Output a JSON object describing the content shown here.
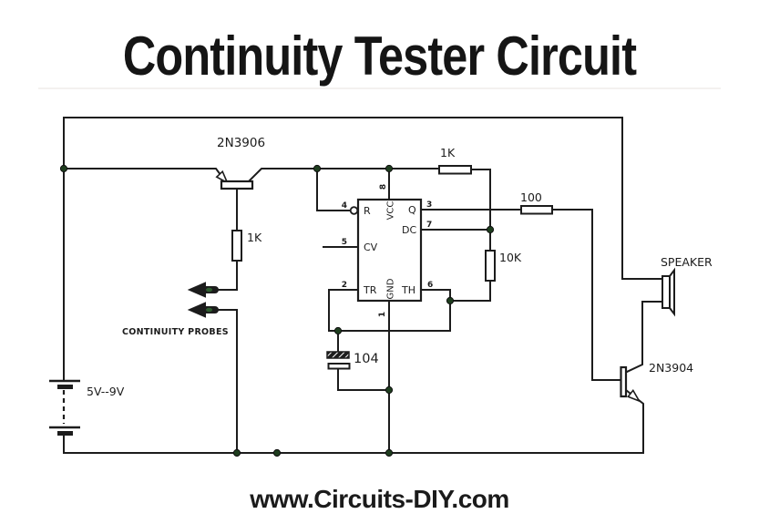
{
  "title": "Continuity Tester Circuit",
  "footer": "www.Circuits-DIY.com",
  "labels": {
    "pnp_transistor": "2N3906",
    "npn_transistor": "2N3904",
    "base_resistor": "1K",
    "vcc_resistor": "1K",
    "output_resistor": "100",
    "threshold_resistor": "10K",
    "capacitor": "104",
    "battery": "5V--9V",
    "probes": "CONTINUITY PROBES",
    "speaker": "SPEAKER"
  },
  "ic555": {
    "pins": {
      "reset": {
        "name": "R",
        "number": "4"
      },
      "vcc": {
        "name": "VCC",
        "number": "8"
      },
      "output": {
        "name": "Q",
        "number": "3"
      },
      "discharge": {
        "name": "DC",
        "number": "7"
      },
      "control": {
        "name": "CV",
        "number": "5"
      },
      "trigger": {
        "name": "TR",
        "number": "2"
      },
      "threshold": {
        "name": "TH",
        "number": "6"
      },
      "ground": {
        "name": "GND",
        "number": "1"
      }
    }
  },
  "colors": {
    "wire": "#1c1c1c",
    "junction_dot": "#1e3d1e",
    "probe_tip": "#2e5c2e",
    "text": "#1c1c1c",
    "background": "#ffffff"
  }
}
